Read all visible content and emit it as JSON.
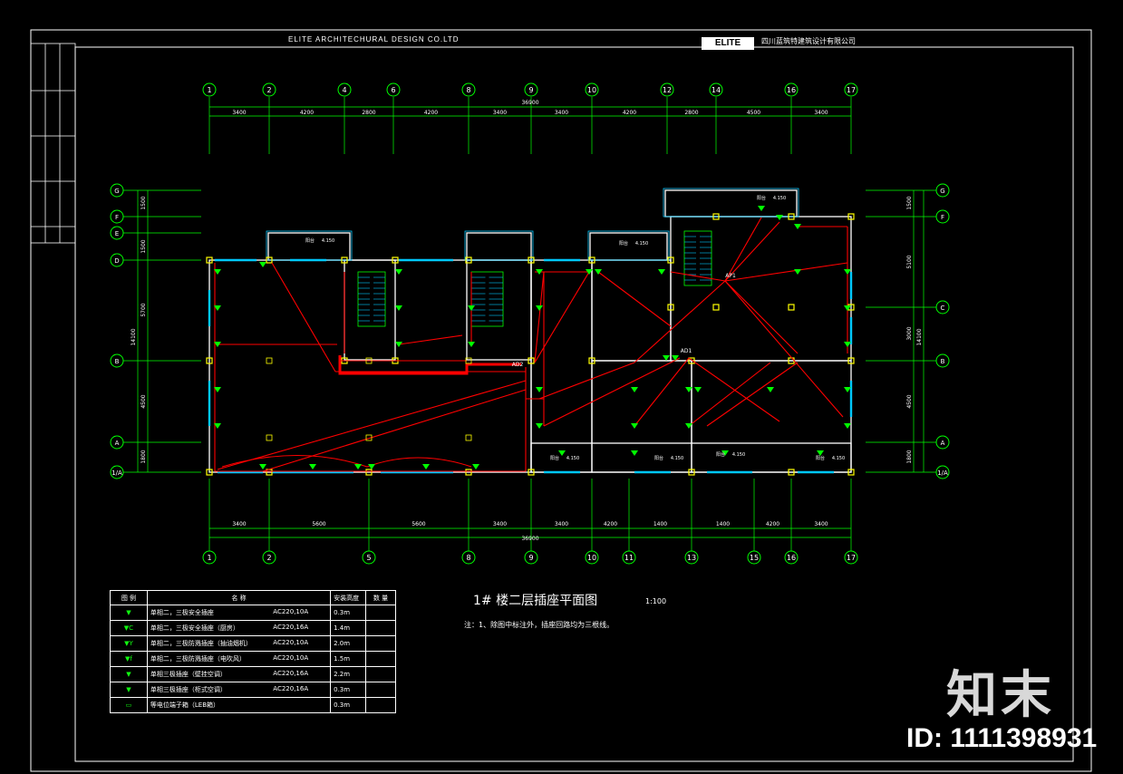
{
  "header": {
    "firm_en": "ELITE  ARCHITECHURAL          DESIGN     CO.LTD",
    "logo": "ELITE",
    "firm_cn": "四川蓝筑特建筑设计有限公司"
  },
  "drawing": {
    "title": "1# 楼二层插座平面图",
    "scale": "1:100",
    "note": "注：1、除图中标注外，插座回路均为三根线。"
  },
  "axes": {
    "top_labels": [
      "1",
      "2",
      "4",
      "6",
      "8",
      "9",
      "10",
      "12",
      "14",
      "16",
      "17"
    ],
    "top_dims": [
      "3400",
      "4200",
      "2800",
      "4200",
      "3400",
      "3400",
      "4200",
      "2800",
      "4500",
      "3400"
    ],
    "top_total": "36900",
    "bottom_labels": [
      "1",
      "2",
      "5",
      "8",
      "9",
      "10",
      "11",
      "13",
      "15",
      "16",
      "17"
    ],
    "bottom_dims": [
      "3400",
      "5600",
      "5600",
      "3400",
      "3400",
      "4200",
      "1400",
      "1400",
      "4200",
      "3400"
    ],
    "bottom_total": "36900",
    "left_labels": [
      "G",
      "F",
      "E",
      "D",
      "B",
      "A",
      "1/A"
    ],
    "left_dims": [
      "1500",
      "1500",
      "5700",
      "4500",
      "1800"
    ],
    "left_total": "14100",
    "right_labels": [
      "G",
      "F",
      "C",
      "B",
      "A",
      "1/A"
    ],
    "right_dims": [
      "1500",
      "5100",
      "3000",
      "4500",
      "1800"
    ],
    "right_total": "14100"
  },
  "legend": {
    "headers": [
      "图 例",
      "名 称",
      "安装高度",
      "数 量"
    ],
    "rows": [
      {
        "name": "单相二，三极安全插座",
        "spec": "AC220,10A",
        "height": "0.3m"
      },
      {
        "name": "单相二，三极安全插座（厨房）",
        "spec": "AC220,16A",
        "height": "1.4m"
      },
      {
        "name": "单相二，三极防溅插座（抽油烟机）",
        "spec": "AC220,10A",
        "height": "2.0m"
      },
      {
        "name": "单相二，三极防溅插座（电吹风）",
        "spec": "AC220,10A",
        "height": "1.5m"
      },
      {
        "name": "单相三极插座（壁挂空调）",
        "spec": "AC220,16A",
        "height": "2.2m"
      },
      {
        "name": "单相三极插座（柜式空调）",
        "spec": "AC220,16A",
        "height": "0.3m"
      },
      {
        "name": "等电位端子箱（LEB箱）",
        "spec": "",
        "height": "0.3m"
      }
    ]
  },
  "rooms": {
    "balcony": "阳台",
    "elevation": "4.150",
    "ap1": "AP1",
    "ad1": "AD1",
    "ad2": "AD2"
  },
  "watermark": {
    "brand": "知末",
    "id": "ID: 1111398931"
  },
  "colors": {
    "wall": "#ffffff",
    "grid": "#00ff00",
    "window": "#00c8ff",
    "circuit": "#ff0000",
    "column": "#ffff00"
  }
}
